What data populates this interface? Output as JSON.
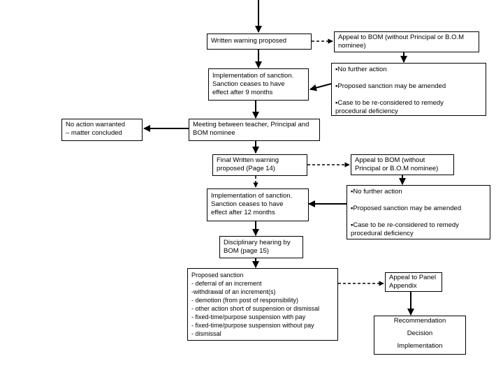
{
  "nodes": {
    "written_warning": {
      "lines": [
        "Written warning proposed"
      ]
    },
    "appeal_bom_1": {
      "lines": [
        "Appeal to BOM (without Principal or B.O.M",
        "nominee)"
      ]
    },
    "implementation_1": {
      "lines": [
        "Implementation of sanction.",
        "Sanction ceases to have",
        "effect after 9 months"
      ]
    },
    "outcomes_1": {
      "lines": [
        "▪No further action",
        "",
        "▪Proposed sanction may be amended",
        "",
        "▪Case to be re-considered to remedy",
        "procedural deficiency"
      ]
    },
    "no_action": {
      "lines": [
        "No action warranted",
        "– matter concluded"
      ]
    },
    "meeting": {
      "lines": [
        "Meeting between teacher, Principal and",
        "BOM nominee"
      ]
    },
    "final_warning": {
      "lines": [
        "Final Written warning",
        "proposed (Page 14)"
      ]
    },
    "appeal_bom_2": {
      "lines": [
        "Appeal to BOM  (without",
        "Principal or B.O.M nominee)"
      ]
    },
    "implementation_2": {
      "lines": [
        "Implementation of sanction.",
        "Sanction ceases  to have",
        "effect after 12 months"
      ]
    },
    "outcomes_2": {
      "lines": [
        "▪No further action",
        "",
        "▪Proposed sanction may be amended",
        "",
        "▪Case to be re-considered to remedy",
        "procedural deficiency"
      ]
    },
    "disciplinary_hearing": {
      "lines": [
        "Disciplinary hearing by",
        "BOM (page 15)"
      ]
    },
    "proposed_sanction": {
      "lines": [
        "Proposed sanction",
        "- deferral of an increment",
        "-withdrawal of an increment(s)",
        "- demotion (from post of responsibility)",
        "- other action short of suspension or dismissal",
        "- fixed-time/purpose suspension with pay",
        "- fixed-time/purpose suspension without pay",
        "- dismissal"
      ]
    },
    "appeal_panel": {
      "lines": [
        "Appeal to Panel",
        "Appendix"
      ]
    },
    "final_steps": {
      "lines": [
        "Recommendation",
        "",
        "Decision",
        "",
        "Implementation"
      ]
    }
  }
}
